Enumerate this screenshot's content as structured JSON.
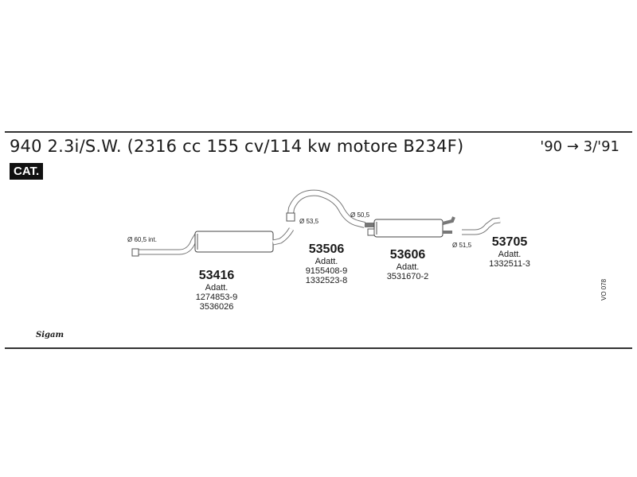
{
  "header": {
    "title": "940 2.3i/S.W. (2316 cc 155 cv/114 kw motore B234F)",
    "years": "'90 → 3/'91",
    "badge": "CAT."
  },
  "dimensions": {
    "d1": "Ø 60,5 int.",
    "d2": "Ø 53,5",
    "d3": "Ø 50,5",
    "d4": "Ø 51,5"
  },
  "parts": [
    {
      "code": "53416",
      "adapt_label": "Adatt.",
      "refs": [
        "1274853-9",
        "3536026"
      ]
    },
    {
      "code": "53506",
      "adapt_label": "Adatt.",
      "refs": [
        "9155408-9",
        "1332523-8"
      ]
    },
    {
      "code": "53606",
      "adapt_label": "Adatt.",
      "refs": [
        "3531670-2"
      ]
    },
    {
      "code": "53705",
      "adapt_label": "Adatt.",
      "refs": [
        "1332511-3"
      ]
    }
  ],
  "footer": {
    "reference": "VO 078",
    "logo": "Sigam"
  }
}
